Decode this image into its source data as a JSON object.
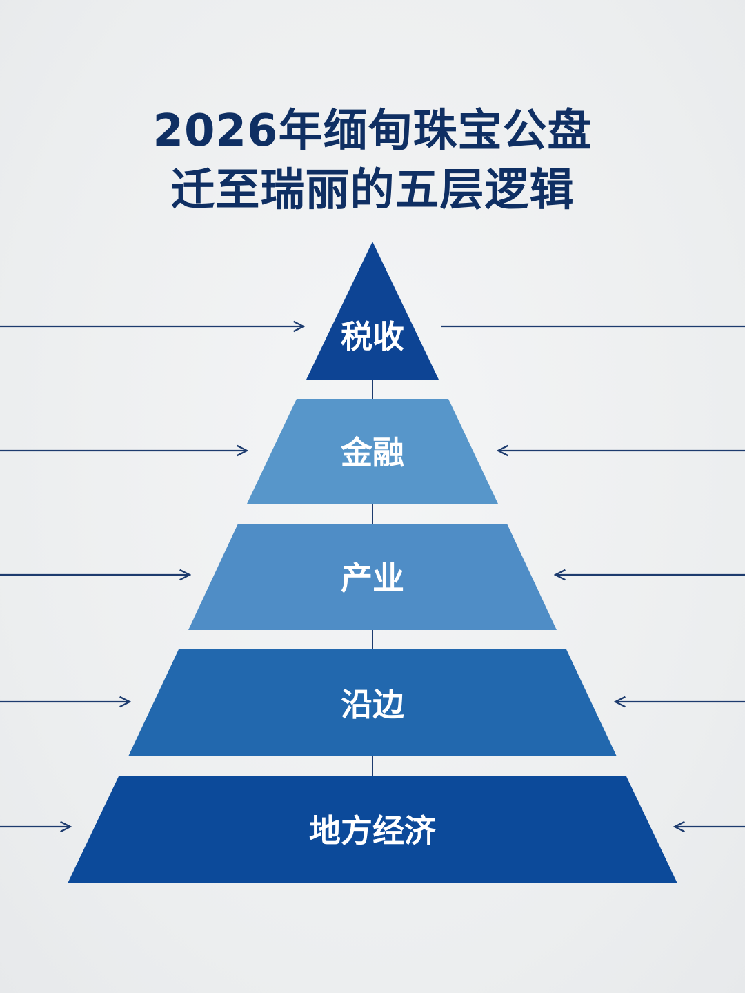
{
  "title": {
    "line1": "2026年缅甸珠宝公盘",
    "line2": "迁至瑞丽的五层逻辑"
  },
  "colors": {
    "title": "#0f2f63",
    "connector": "#1d3b6e",
    "arrow": "#1d3b6e",
    "label": "#ffffff"
  },
  "layers": [
    {
      "label": "税收",
      "color": "#0d4494"
    },
    {
      "label": "金融",
      "color": "#5796ca"
    },
    {
      "label": "产业",
      "color": "#4f8dc6"
    },
    {
      "label": "沿边",
      "color": "#2268ae"
    },
    {
      "label": "地方经济",
      "color": "#0c4a9a"
    }
  ]
}
